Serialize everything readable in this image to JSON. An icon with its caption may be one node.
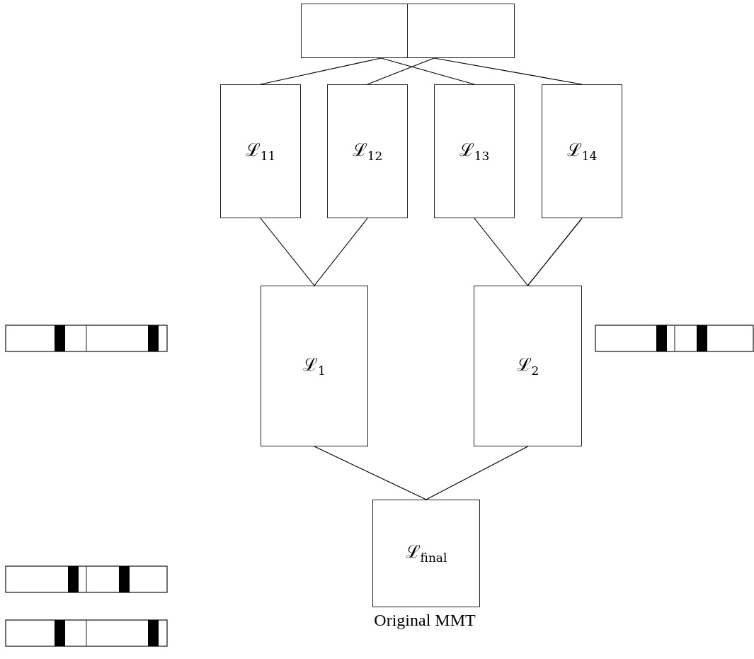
{
  "diagram": {
    "caption": "Original MMT",
    "nodes": [
      {
        "text": [],
        "shape": "box"
      },
      {
        "text": [],
        "shape": "box"
      },
      {
        "text": [
          "ℒ$_{11}$"
        ]
      },
      {
        "text": [
          "ℒ$_{12}$"
        ]
      },
      {
        "text": [
          "ℒ$_{13}$"
        ]
      },
      {
        "text": [
          "ℒ$_{14}$"
        ]
      },
      {
        "text": [
          "ℒ$_{1}$"
        ]
      },
      {
        "text": [
          "ℒ$_{2}$"
        ]
      },
      {
        "text": [
          "ℒ$_{final}$"
        ]
      }
    ],
    "edges": [
      {
        "from": 0,
        "to": 2,
        "arrow": "none"
      },
      {
        "from": 0,
        "to": 4,
        "arrow": "none"
      },
      {
        "from": 1,
        "to": 3,
        "arrow": "none"
      },
      {
        "from": 1,
        "to": 5,
        "arrow": "none"
      },
      {
        "from": 2,
        "to": 6,
        "arrow": "none"
      },
      {
        "from": 3,
        "to": 6,
        "arrow": "none"
      },
      {
        "from": 4,
        "to": 7,
        "arrow": "none"
      },
      {
        "from": 5,
        "to": 7,
        "arrow": "none"
      },
      {
        "from": 6,
        "to": 8,
        "arrow": "none"
      },
      {
        "from": 7,
        "to": 8,
        "arrow": "none"
      }
    ]
  }
}
